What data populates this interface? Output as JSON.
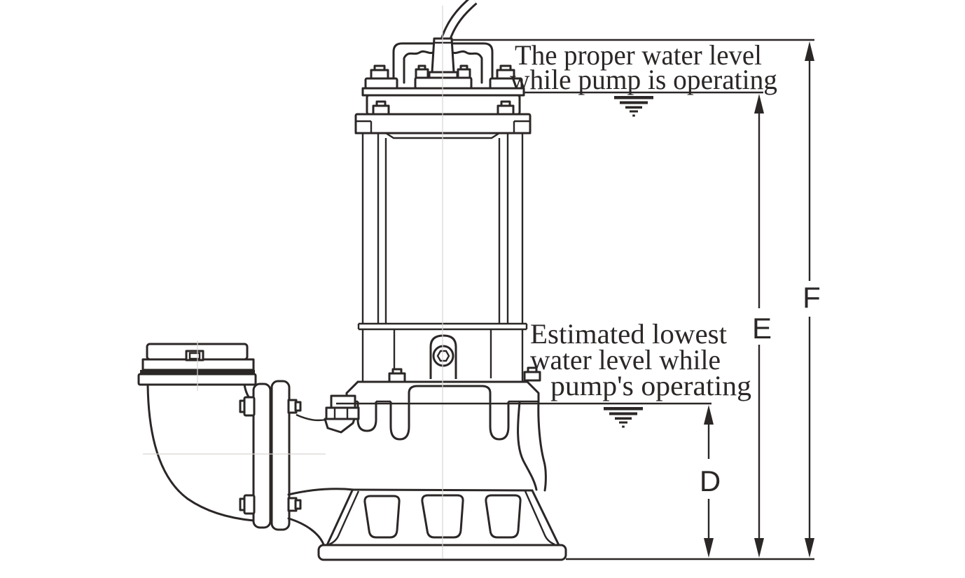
{
  "colors": {
    "background": "#ffffff",
    "line_color": "#2b2726",
    "text_color": "#2b2726"
  },
  "annotations": {
    "proper_water_level": {
      "line1": "The proper water level",
      "line2": "while pump is operating"
    },
    "lowest_water_level": {
      "line1": "Estimated lowest",
      "line2": "water level while",
      "line3": "pump's operating"
    }
  },
  "dimension_labels": {
    "d": "D",
    "e": "E",
    "f": "F"
  },
  "icons": {
    "water_level_marker": "water-level-icon"
  }
}
